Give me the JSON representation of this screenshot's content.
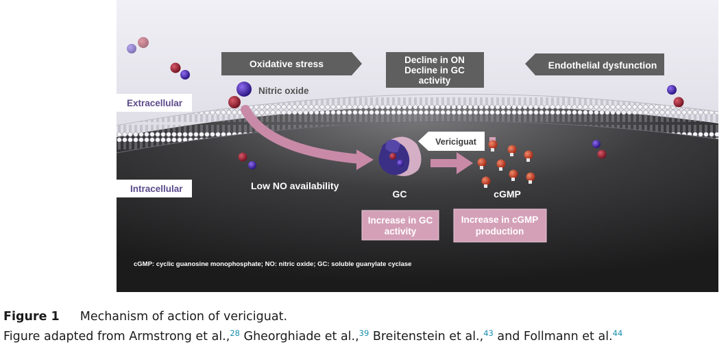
{
  "figure": {
    "arrow_oxidative": "Oxidative stress",
    "box_decline": [
      "Decline in ON",
      "Decline in GC",
      "activity"
    ],
    "arrow_endothelial": "Endothelial dysfunction",
    "nitric_oxide_label": "Nitric oxide",
    "extracellular_label": "Extracellular",
    "intracellular_label": "Intracellular",
    "vericiguat_label": "Vericiguat",
    "low_no_label": "Low NO availability",
    "gc_label": "GC",
    "cgmp_label": "cGMP",
    "increase_gc": [
      "Increase in GC",
      "activity"
    ],
    "increase_cgmp": [
      "Increase in cGMP",
      "production"
    ],
    "footnote": "cGMP: cyclic guanosine monophosphate; NO: nitric oxide; GC: soluble guanylate cyclase",
    "colors": {
      "dark_arrow": "#5f5f5f",
      "pink_arrow": "#c98aa8",
      "pink_box": "#d4a0b8",
      "label_text": "#5a4a8a",
      "oxygen": "#8b1a2a",
      "nitrogen": "#3a1aa0",
      "cgmp_ball": "#c0392b"
    }
  },
  "caption": {
    "label": "Figure 1",
    "title": "Mechanism of action of vericiguat.",
    "text1": "Figure adapted from Armstrong et al.,",
    "ref1": "28",
    "text2": " Gheorghiade et al.,",
    "ref2": "39",
    "text3": " Breitenstein et al.,",
    "ref3": "43",
    "text4": " and Follmann et al.",
    "ref4": "44"
  }
}
